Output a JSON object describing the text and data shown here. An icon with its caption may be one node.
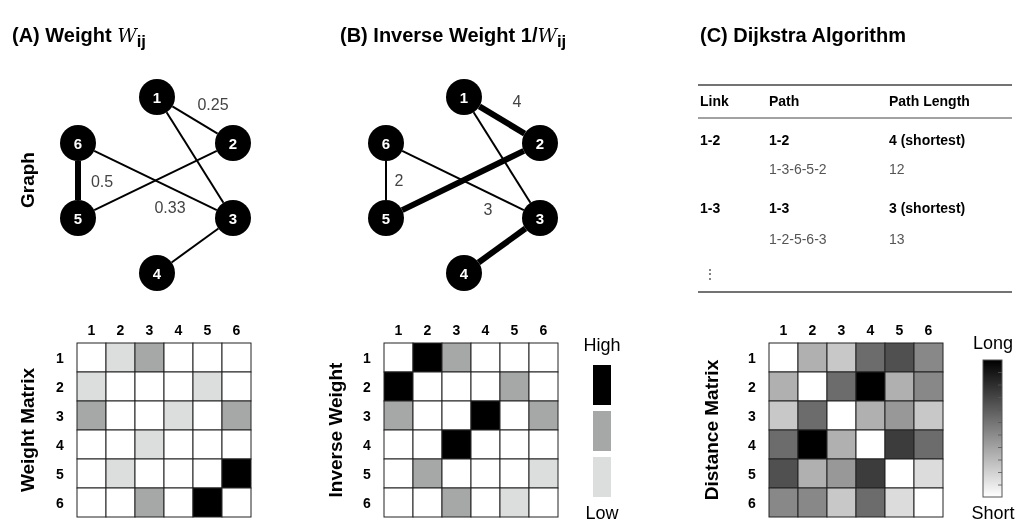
{
  "diagram": {
    "nodes": [
      {
        "text": [
          "1"
        ]
      },
      {
        "text": [
          "6"
        ]
      },
      {
        "text": [
          "2"
        ]
      },
      {
        "text": [
          "5"
        ]
      },
      {
        "text": [
          "3"
        ]
      },
      {
        "text": [
          "4"
        ]
      },
      {
        "text": [
          "1"
        ]
      },
      {
        "text": [
          "6"
        ]
      },
      {
        "text": [
          "2"
        ]
      },
      {
        "text": [
          "5"
        ]
      },
      {
        "text": [
          "3"
        ]
      },
      {
        "text": [
          "4"
        ]
      }
    ],
    "edges": [
      {
        "from": 0,
        "to": 2,
        "arrow": "none",
        "label": "0.25"
      },
      {
        "from": 0,
        "to": 4,
        "arrow": "none"
      },
      {
        "from": 1,
        "to": 4,
        "arrow": "none",
        "label": "0.33"
      },
      {
        "from": 2,
        "to": 3,
        "arrow": "none"
      },
      {
        "from": 1,
        "to": 3,
        "arrow": "none",
        "label": "0.5",
        "style": "thick"
      },
      {
        "from": 4,
        "to": 5,
        "arrow": "none"
      },
      {
        "from": 6,
        "to": 8,
        "arrow": "none",
        "label": "4",
        "style": "thick"
      },
      {
        "from": 6,
        "to": 10,
        "arrow": "none"
      },
      {
        "from": 7,
        "to": 10,
        "arrow": "none",
        "label": "3"
      },
      {
        "from": 8,
        "to": 9,
        "arrow": "none",
        "style": "thick"
      },
      {
        "from": 7,
        "to": 9,
        "arrow": "none",
        "label": "2"
      },
      {
        "from": 10,
        "to": 11,
        "arrow": "none",
        "style": "thick"
      }
    ],
    "labels": [
      "(A) Weight *W*$_{ij}$",
      "(B) Inverse Weight 1/*W*$_{ij}$",
      "(C) Dijkstra Algorithm",
      "Graph",
      "Link",
      "Path",
      "Path Length",
      "1-2",
      "1-2",
      "4 (shortest)",
      "1-3-6-5-2",
      "12",
      "1-3",
      "1-3",
      "3 (shortest)",
      "1-2-5-6-3",
      "13",
      "⋮",
      "Weight Matrix",
      "1",
      "2",
      "3",
      "4",
      "5",
      "6",
      "1",
      "2",
      "3",
      "4",
      "5",
      "6",
      "Inverse Weight",
      "1",
      "2",
      "3",
      "4",
      "5",
      "6",
      "1",
      "2",
      "3",
      "4",
      "5",
      "6",
      "High",
      "Low",
      "Distance Matrix",
      "1",
      "2",
      "3",
      "4",
      "5",
      "6",
      "1",
      "2",
      "3",
      "4",
      "5",
      "6",
      "Long",
      "Short"
    ]
  }
}
